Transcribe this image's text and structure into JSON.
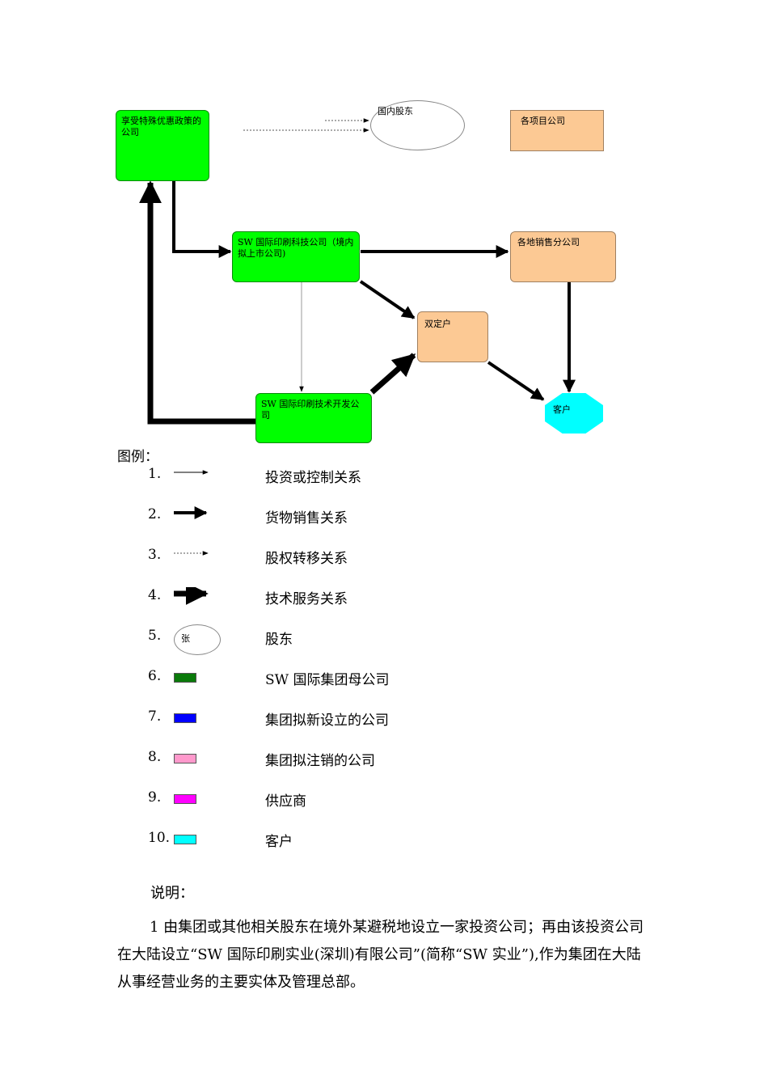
{
  "diagram": {
    "nodes": {
      "preferential": "享受特殊优惠政策的公司",
      "domestic_shareholder": "国内股东",
      "project_companies": "各项目公司",
      "sw_tech": "SW 国际印刷科技公司（境内拟上市公司)",
      "regional_sales": "各地销售分公司",
      "dual_account": "双定户",
      "sw_dev": "SW 国际印刷技术开发公司",
      "customer": "客户"
    },
    "colors": {
      "green": "#00ff00",
      "peach": "#fcc994",
      "cyan": "#00ffff",
      "line": "#000000"
    }
  },
  "legend": {
    "title": "图例：",
    "items": [
      {
        "num": "1.",
        "label": "投资或控制关系",
        "symbol": "thin-arrow"
      },
      {
        "num": "2.",
        "label": "货物销售关系",
        "symbol": "bold-arrow"
      },
      {
        "num": "3.",
        "label": "股权转移关系",
        "symbol": "dotted-arrow"
      },
      {
        "num": "4.",
        "label": "技术服务关系",
        "symbol": "heavy-arrow"
      },
      {
        "num": "5.",
        "label": "股东",
        "symbol": "ellipse",
        "inner": "张"
      },
      {
        "num": "6.",
        "label": "SW 国际集团母公司",
        "symbol": "swatch",
        "color": "#0a7a0a"
      },
      {
        "num": "7.",
        "label": "集团拟新设立的公司",
        "symbol": "swatch",
        "color": "#0000ff"
      },
      {
        "num": "8.",
        "label": "集团拟注销的公司",
        "symbol": "swatch",
        "color": "#ff99cc"
      },
      {
        "num": "9.",
        "label": "供应商",
        "symbol": "swatch",
        "color": "#ff00ff"
      },
      {
        "num": "10.",
        "label": "客户",
        "symbol": "swatch",
        "color": "#00ffff"
      }
    ]
  },
  "notes": {
    "title": "说明：",
    "body": "1 由集团或其他相关股东在境外某避税地设立一家投资公司；再由该投资公司在大陆设立“SW 国际印刷实业(深圳)有限公司”(简称“SW 实业”),作为集团在大陆从事经营业务的主要实体及管理总部。"
  }
}
